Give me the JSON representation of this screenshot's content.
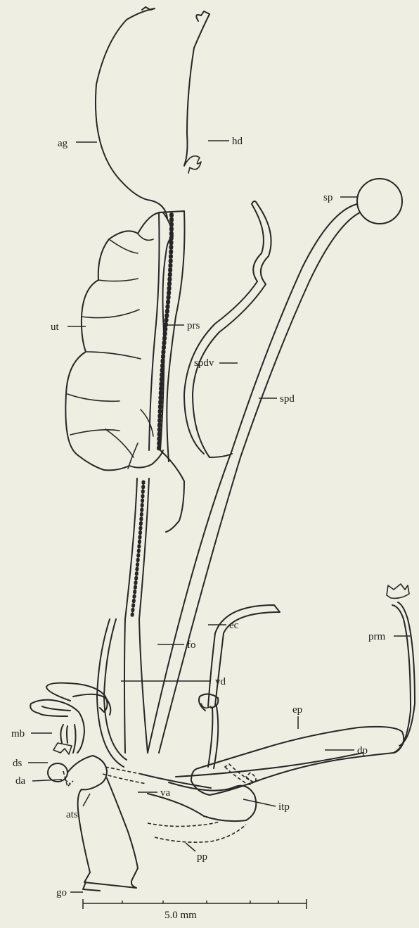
{
  "background": "#efeee2",
  "ink": "#262626",
  "labels": {
    "ag": "ag",
    "hd": "hd",
    "sp": "sp",
    "ut": "ut",
    "prs": "prs",
    "spdv": "spdv",
    "spd": "spd",
    "ec": "ec",
    "prm": "prm",
    "fo": "fo",
    "mb": "mb",
    "vd": "vd",
    "ep": "ep",
    "ds": "ds",
    "da": "da",
    "dp": "dp",
    "va": "va",
    "ats": "ats",
    "itp": "itp",
    "pp": "pp",
    "go": "go"
  },
  "scale_bar": {
    "label": "5.0 mm"
  }
}
